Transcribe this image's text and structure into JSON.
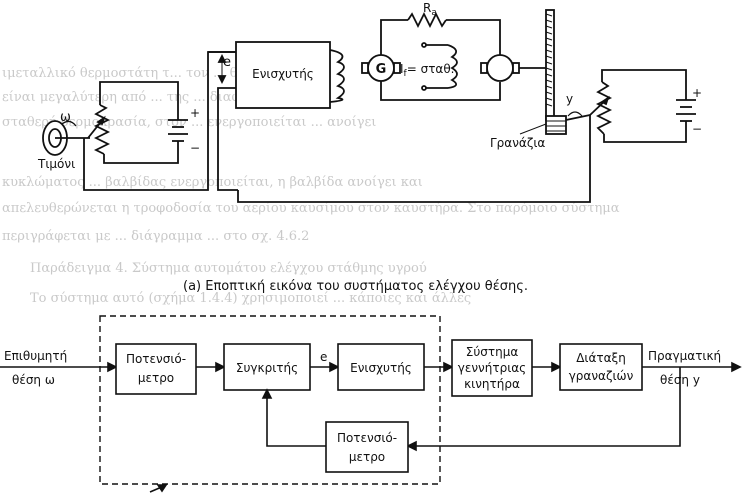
{
  "pictorial": {
    "wheel_label": "Τιμόνι",
    "omega_label": "ω",
    "e_label": "e",
    "amplifier_label": "Ενισχυτής",
    "generator_label": "G",
    "field_current_label": "I",
    "field_current_sub": "f",
    "field_current_eq": "= σταθ.",
    "resistor_label": "R",
    "resistor_sub": "a",
    "gears_label": "Γρανάζια",
    "y_label": "y",
    "caption": "(a) Εποπτική εικόνα του συστήματος ελέγχου θέσης."
  },
  "block_diagram": {
    "input_label_line1": "Επιθυμητή",
    "input_label_line2": "θέση ω",
    "pot1_line1": "Ποτενσιό-",
    "pot1_line2": "μετρο",
    "comparator": "Συγκριτής",
    "e_label": "e",
    "amplifier": "Ενισχυτής",
    "gen_line1": "Σύστημα",
    "gen_line2": "γεννήτριας",
    "gen_line3": "κινητήρα",
    "gear_line1": "Διάταξη",
    "gear_line2": "γραναζιών",
    "output_line1": "Πραγματική",
    "output_line2": "θέση y",
    "pot2_line1": "Ποτενσιό-",
    "pot2_line2": "μετρο"
  },
  "background_text": [
    "ιμεταλλικό θερμοστάτη τ... τον ... θερμοκρασία ...",
    "είναι μεγαλύτερη από ... της ... διαφορά",
    "σταθερή θερμοκρασία, στον ... ενεργοποιείται ... ανοίγει",
    "κυκλώματος ... βαλβίδας ενεργοποιείται, η βαλβίδα ανοίγει και",
    "απελευθερώνεται η τροφοδοσία του αερίου καυσίμου στον καυστήρα. Στο παρόμοιο σύστημα",
    "περιγράφεται με ... διάγραμμα ... στο σχ. 4.6.2",
    "Παράδειγμα 4. Σύστημα αυτομάτου ελέγχου στάθμης υγρού",
    "Το σύστημα αυτό (σχήμα 1.4.4) χρησιμοποιεί ... κάποιες και άλλες"
  ]
}
